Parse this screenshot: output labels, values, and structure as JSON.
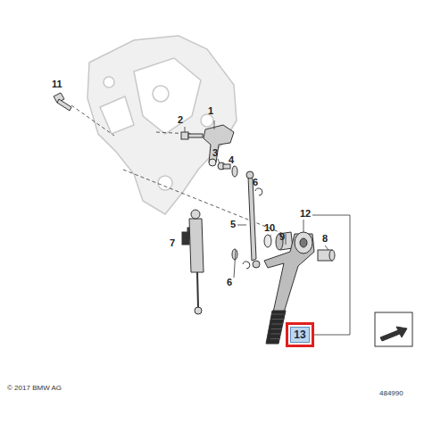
{
  "diagram": {
    "nodes": [
      {
        "text": [
          "13"
        ]
      }
    ],
    "labels": [
      "11",
      "2",
      "1",
      "3",
      "4",
      "6",
      "10",
      "9",
      "12",
      "5",
      "7",
      "8",
      "6",
      "© 2017 BMW AG",
      "484990"
    ]
  }
}
